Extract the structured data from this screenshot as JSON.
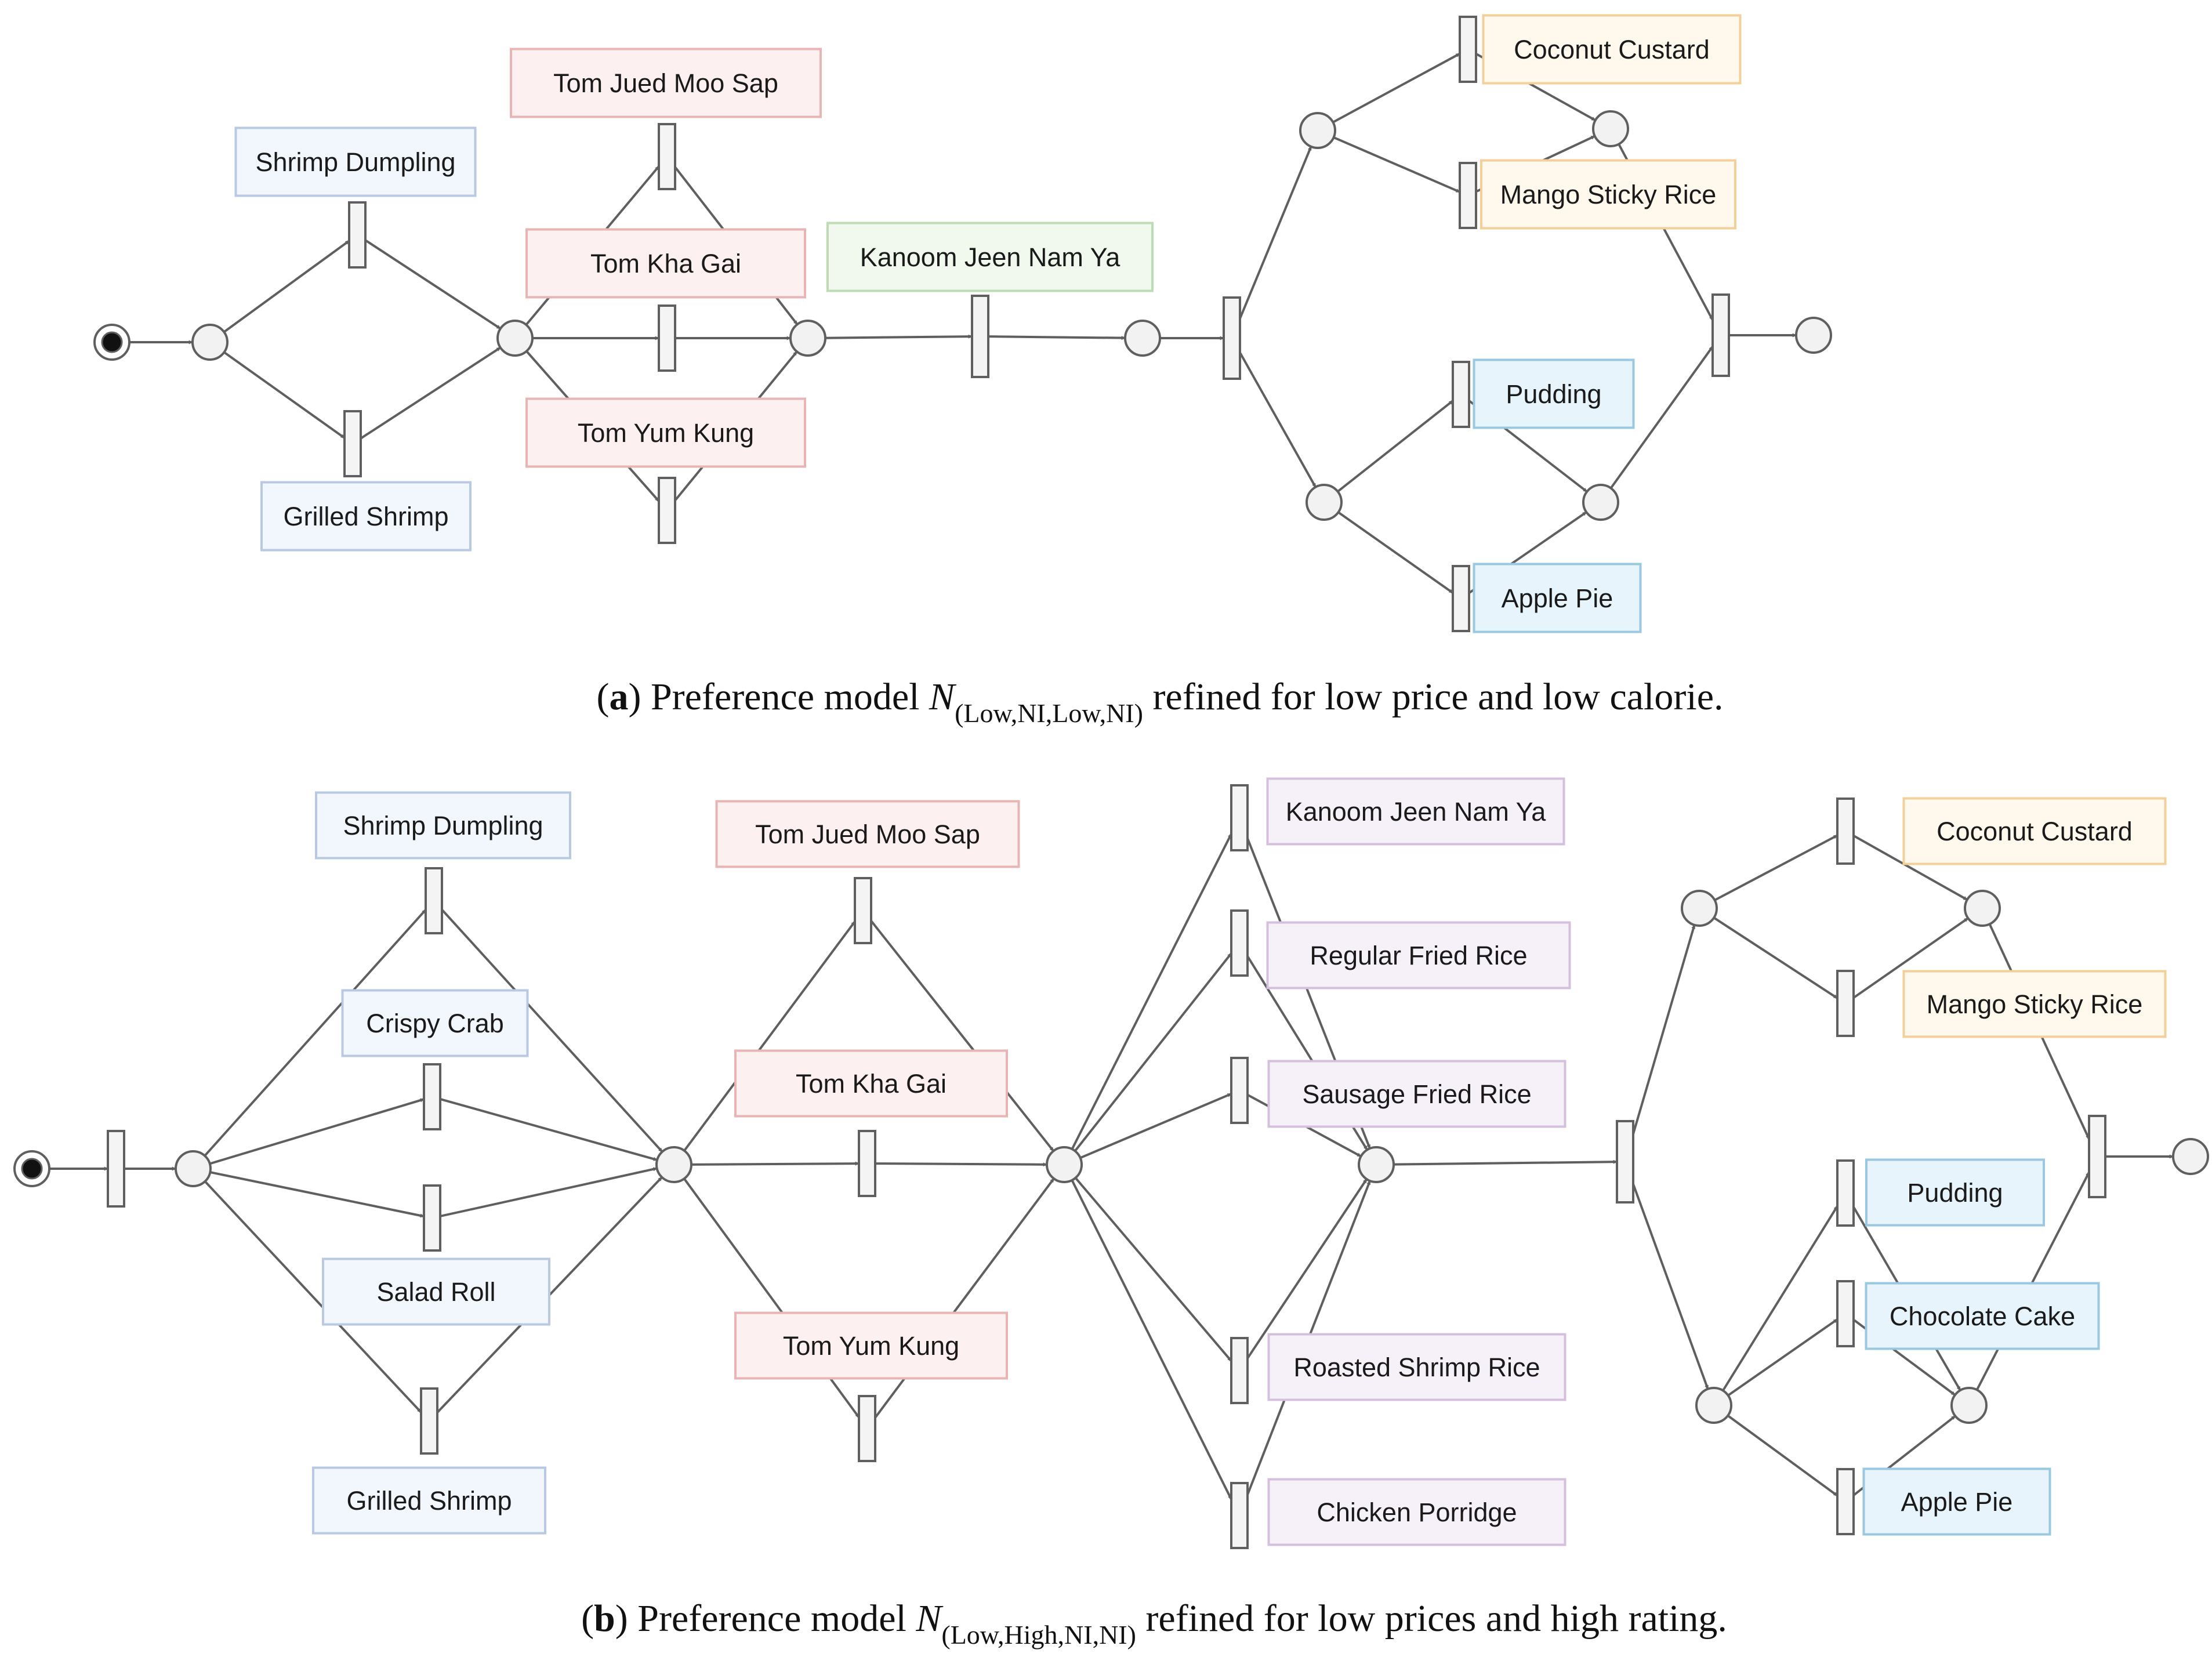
{
  "colors": {
    "stroke": "#5f5f5f",
    "place_fill": "#f2f2f2",
    "transition_fill": "#f4f4f4",
    "starter": {
      "fill": "#f2f6fd",
      "border": "#b9c9e4"
    },
    "main": {
      "fill": "#fdf0f0",
      "border": "#e8b4b4"
    },
    "single": {
      "fill": "#f1f8ee",
      "border": "#bcdcb1"
    },
    "rice": {
      "fill": "#f6f0f8",
      "border": "#d4c0dc"
    },
    "dessert_a": {
      "fill": "#fff8ec",
      "border": "#f3d09a"
    },
    "dessert_b": {
      "fill": "#e8f4fb",
      "border": "#99c8e0"
    }
  },
  "diagram_a": {
    "labels": {
      "shrimp_dumpling": "Shrimp Dumpling",
      "grilled_shrimp": "Grilled Shrimp",
      "tom_jued_moo_sap": "Tom Jued Moo Sap",
      "tom_kha_gai": "Tom Kha Gai",
      "tom_yum_kung": "Tom Yum Kung",
      "kanoom_jeen_nam_ya": "Kanoom Jeen Nam Ya",
      "coconut_custard": "Coconut Custard",
      "mango_sticky_rice": "Mango Sticky Rice",
      "pudding": "Pudding",
      "apple_pie": "Apple Pie"
    },
    "caption": {
      "tag": "a",
      "prefix": "Preference model ",
      "symbol": "N",
      "subscript": "(Low,NI,Low,NI)",
      "suffix": " refined for low price and low calorie."
    }
  },
  "diagram_b": {
    "labels": {
      "shrimp_dumpling": "Shrimp Dumpling",
      "crispy_crab": "Crispy Crab",
      "salad_roll": "Salad Roll",
      "grilled_shrimp": "Grilled Shrimp",
      "tom_jued_moo_sap": "Tom Jued Moo Sap",
      "tom_kha_gai": "Tom Kha Gai",
      "tom_yum_kung": "Tom Yum Kung",
      "kanoom_jeen_nam_ya": "Kanoom Jeen Nam Ya",
      "regular_fried_rice": "Regular Fried Rice",
      "sausage_fried_rice": "Sausage Fried Rice",
      "roasted_shrimp_rice": "Roasted Shrimp Rice",
      "chicken_porridge": "Chicken Porridge",
      "coconut_custard": "Coconut Custard",
      "mango_sticky_rice": "Mango Sticky Rice",
      "pudding": "Pudding",
      "chocolate_cake": "Chocolate Cake",
      "apple_pie": "Apple Pie"
    },
    "caption": {
      "tag": "b",
      "prefix": "Preference model ",
      "symbol": "N",
      "subscript": "(Low,High,NI,NI)",
      "suffix": " refined for low prices and high rating."
    }
  }
}
